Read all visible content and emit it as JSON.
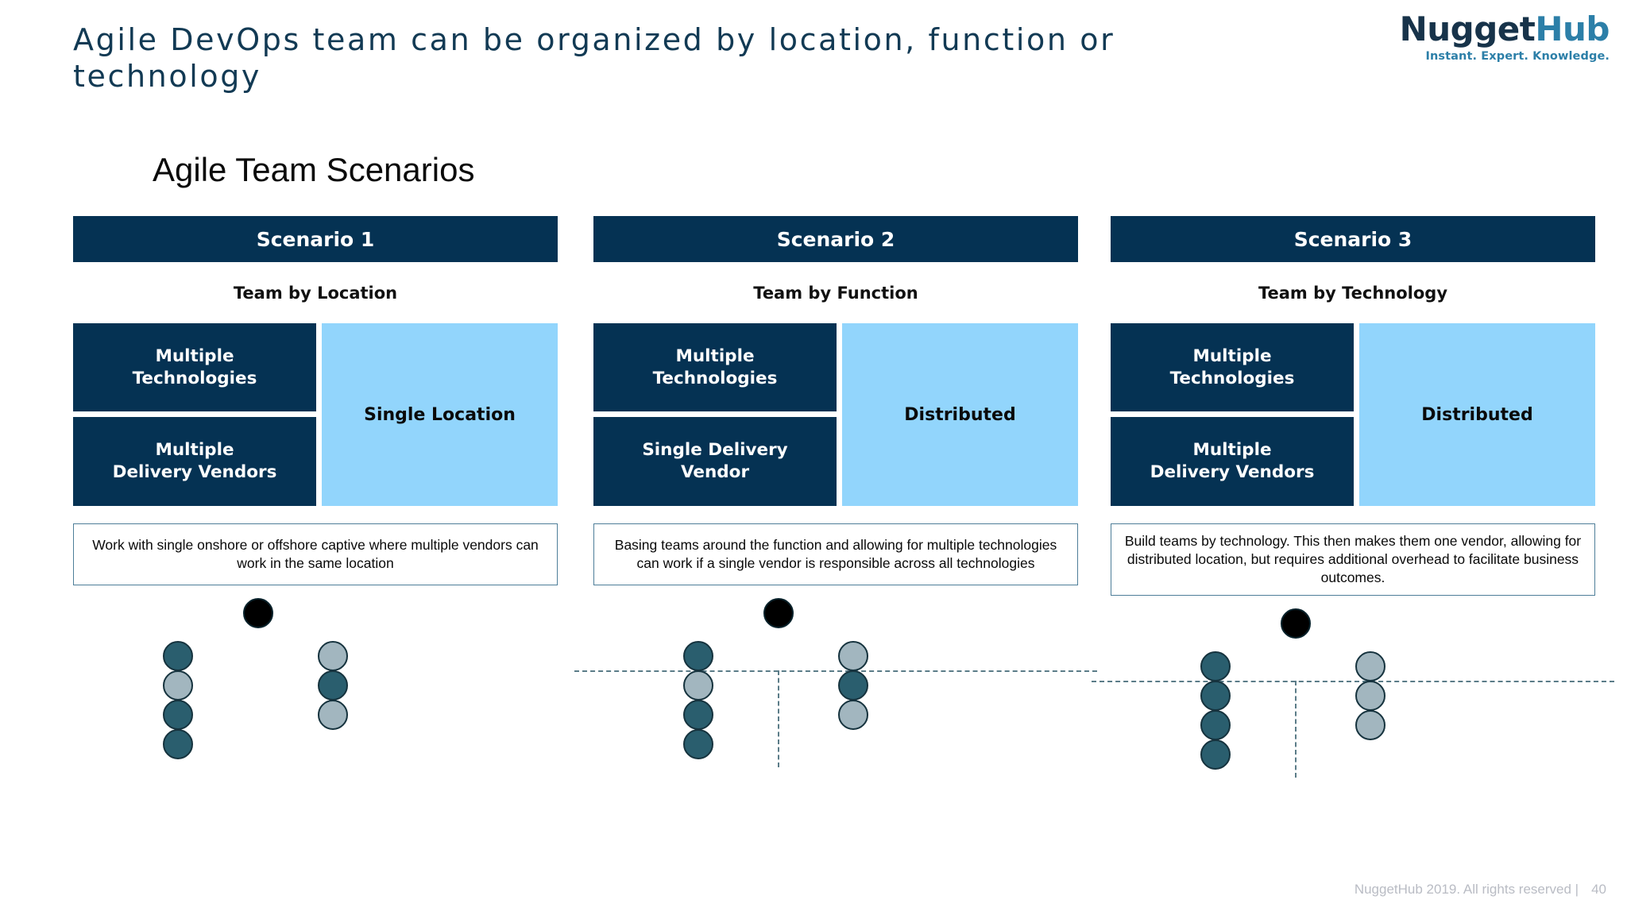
{
  "slide": {
    "title": "Agile DevOps team can be organized by location, function or technology",
    "section_heading": "Agile Team Scenarios",
    "title_color": "#123A54"
  },
  "logo": {
    "word_first": "Nugget",
    "word_second": "Hub",
    "tagline": "Instant. Expert. Knowledge.",
    "color_first": "#17334A",
    "color_second": "#2C7FA8"
  },
  "theme": {
    "navy": "#053253",
    "light_blue": "#92D5FC",
    "dot_dark": "#2A5E6E",
    "dot_light": "#A2B6BF",
    "dot_lead": "#000000",
    "desc_border": "#4E7E99"
  },
  "columns": [
    {
      "header": "Scenario 1",
      "subtitle": "Team by Location",
      "attr_top": "Multiple\nTechnologies",
      "attr_bottom": "Multiple\nDelivery Vendors",
      "attr_right": "Single Location",
      "description": "Work with single onshore or offshore captive where multiple vendors can work in the same location",
      "diagram": {
        "lead_dot": "dark-filled",
        "left_column": [
          "dark",
          "light",
          "dark",
          "dark"
        ],
        "right_column": [
          "light",
          "dark",
          "light"
        ],
        "has_dashed_divider": false
      }
    },
    {
      "header": "Scenario 2",
      "subtitle": "Team by Function",
      "attr_top": "Multiple\nTechnologies",
      "attr_bottom": "Single Delivery\nVendor",
      "attr_right": "Distributed",
      "description": "Basing teams around the function and allowing for multiple technologies can work if a single vendor is responsible across all technologies",
      "diagram": {
        "lead_dot": "dark-filled",
        "left_column": [
          "dark",
          "light",
          "dark",
          "dark"
        ],
        "right_column": [
          "light",
          "dark",
          "light"
        ],
        "has_dashed_divider": true
      }
    },
    {
      "header": "Scenario 3",
      "subtitle": "Team by Technology",
      "attr_top": "Multiple\nTechnologies",
      "attr_bottom": "Multiple\nDelivery Vendors",
      "attr_right": "Distributed",
      "description": "Build teams by technology. This then makes them one vendor, allowing for distributed location, but requires additional overhead to facilitate business outcomes.",
      "diagram": {
        "lead_dot": "dark-filled",
        "left_column": [
          "dark",
          "dark",
          "dark",
          "dark"
        ],
        "right_column": [
          "light",
          "light",
          "light"
        ],
        "has_dashed_divider": true
      }
    }
  ],
  "footer": {
    "copyright": "NuggetHub 2019. All rights reserved |",
    "page_number": "40"
  }
}
